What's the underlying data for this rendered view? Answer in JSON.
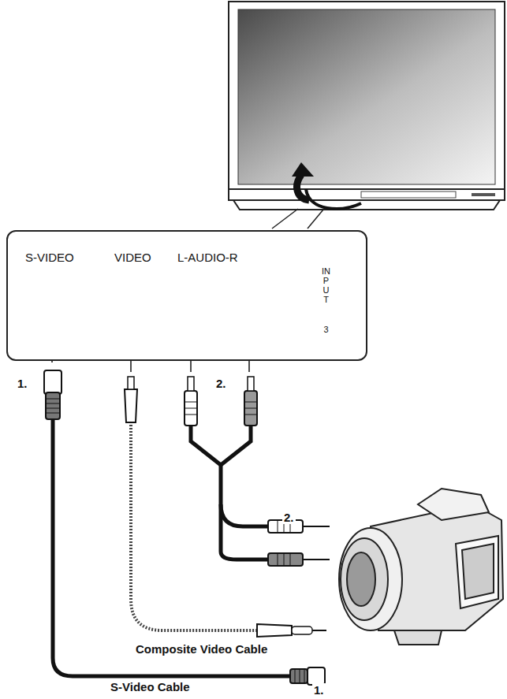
{
  "diagram": {
    "nodes": [
      {
        "text": [
          "S-VIDEO",
          "VIDEO",
          "L-AUDIO-R",
          "INPUT",
          "3"
        ]
      }
    ],
    "labels": [
      "1.",
      "2.",
      "2.",
      "Composite Video Cable",
      "S-Video Cable",
      "1."
    ]
  }
}
